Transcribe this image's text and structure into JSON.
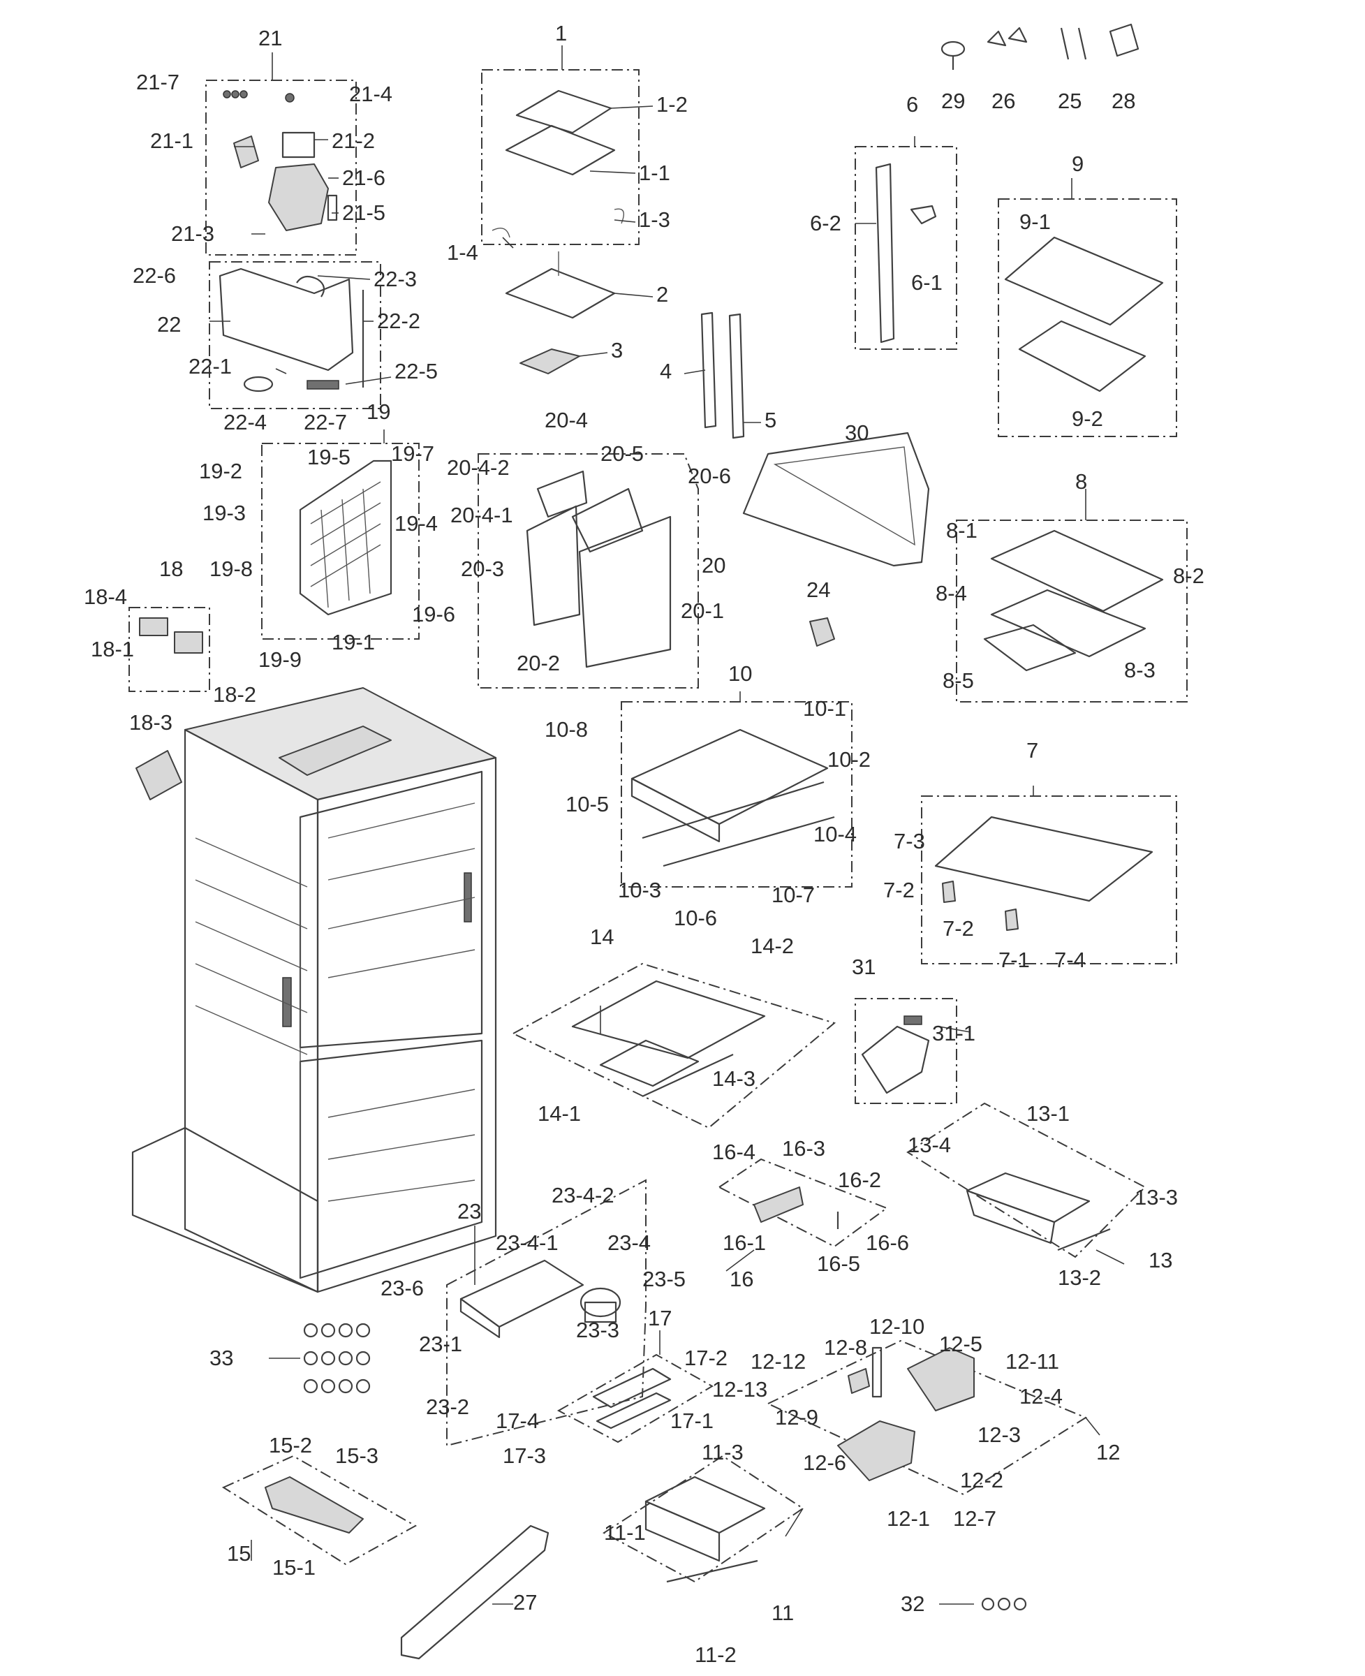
{
  "diagram": {
    "labels": {
      "l_1": "1",
      "l_1_1": "1-1",
      "l_1_2": "1-2",
      "l_1_3": "1-3",
      "l_1_4": "1-4",
      "l_2": "2",
      "l_3": "3",
      "l_4": "4",
      "l_5": "5",
      "l_6": "6",
      "l_6_1": "6-1",
      "l_6_2": "6-2",
      "l_7": "7",
      "l_7_1": "7-1",
      "l_7_2a": "7-2",
      "l_7_2b": "7-2",
      "l_7_3": "7-3",
      "l_7_4": "7-4",
      "l_8": "8",
      "l_8_1": "8-1",
      "l_8_2": "8-2",
      "l_8_3": "8-3",
      "l_8_4": "8-4",
      "l_8_5": "8-5",
      "l_9": "9",
      "l_9_1": "9-1",
      "l_9_2": "9-2",
      "l_10": "10",
      "l_10_1": "10-1",
      "l_10_2": "10-2",
      "l_10_3": "10-3",
      "l_10_4": "10-4",
      "l_10_5": "10-5",
      "l_10_6": "10-6",
      "l_10_7": "10-7",
      "l_10_8": "10-8",
      "l_11": "11",
      "l_11_1": "11-1",
      "l_11_2": "11-2",
      "l_11_3": "11-3",
      "l_12": "12",
      "l_12_1": "12-1",
      "l_12_2": "12-2",
      "l_12_3": "12-3",
      "l_12_4": "12-4",
      "l_12_5": "12-5",
      "l_12_6": "12-6",
      "l_12_7": "12-7",
      "l_12_8": "12-8",
      "l_12_9": "12-9",
      "l_12_10": "12-10",
      "l_12_11": "12-11",
      "l_12_12": "12-12",
      "l_12_13": "12-13",
      "l_13": "13",
      "l_13_1": "13-1",
      "l_13_2": "13-2",
      "l_13_3": "13-3",
      "l_13_4": "13-4",
      "l_14": "14",
      "l_14_1": "14-1",
      "l_14_2": "14-2",
      "l_14_3": "14-3",
      "l_15": "15",
      "l_15_1": "15-1",
      "l_15_2": "15-2",
      "l_15_3": "15-3",
      "l_16": "16",
      "l_16_1": "16-1",
      "l_16_2": "16-2",
      "l_16_3": "16-3",
      "l_16_4": "16-4",
      "l_16_5": "16-5",
      "l_16_6": "16-6",
      "l_17": "17",
      "l_17_1": "17-1",
      "l_17_2": "17-2",
      "l_17_3": "17-3",
      "l_17_4": "17-4",
      "l_18": "18",
      "l_18_1": "18-1",
      "l_18_2": "18-2",
      "l_18_3": "18-3",
      "l_18_4": "18-4",
      "l_19": "19",
      "l_19_1": "19-1",
      "l_19_2": "19-2",
      "l_19_3": "19-3",
      "l_19_4": "19-4",
      "l_19_5": "19-5",
      "l_19_6": "19-6",
      "l_19_7": "19-7",
      "l_19_8": "19-8",
      "l_19_9": "19-9",
      "l_20": "20",
      "l_20_1": "20-1",
      "l_20_2": "20-2",
      "l_20_3": "20-3",
      "l_20_4": "20-4",
      "l_20_4_1": "20-4-1",
      "l_20_4_2": "20-4-2",
      "l_20_5": "20-5",
      "l_20_6": "20-6",
      "l_21": "21",
      "l_21_1": "21-1",
      "l_21_2": "21-2",
      "l_21_3": "21-3",
      "l_21_4": "21-4",
      "l_21_5": "21-5",
      "l_21_6": "21-6",
      "l_21_7": "21-7",
      "l_22": "22",
      "l_22_1": "22-1",
      "l_22_2": "22-2",
      "l_22_3": "22-3",
      "l_22_4": "22-4",
      "l_22_5": "22-5",
      "l_22_6": "22-6",
      "l_22_7": "22-7",
      "l_23": "23",
      "l_23_1": "23-1",
      "l_23_2": "23-2",
      "l_23_3": "23-3",
      "l_23_4": "23-4",
      "l_23_4_1": "23-4-1",
      "l_23_4_2": "23-4-2",
      "l_23_5": "23-5",
      "l_23_6": "23-6",
      "l_24": "24",
      "l_25": "25",
      "l_26": "26",
      "l_27": "27",
      "l_28": "28",
      "l_29": "29",
      "l_30": "30",
      "l_31": "31",
      "l_31_1": "31-1",
      "l_32": "32",
      "l_33": "33"
    }
  }
}
